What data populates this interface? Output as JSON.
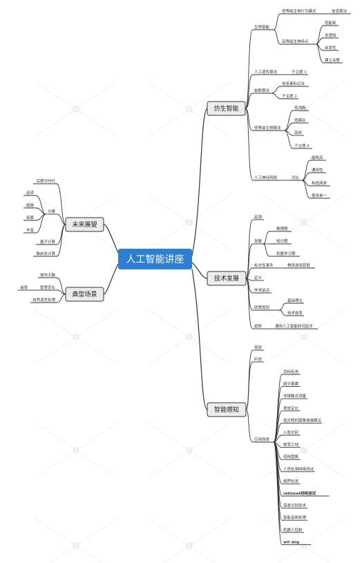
{
  "root": {
    "label": "人工智能讲座"
  },
  "branches": {
    "bionic": {
      "label": "仿生智能",
      "biological": {
        "label": "生物智能",
        "children": [
          {
            "label": "低等级生物行为模式",
            "children": [
              "信息算法"
            ]
          },
          {
            "label": "高等级生物特点",
            "children": [
              "低能耗",
              "多感知",
              "自发性",
              "建立关联"
            ]
          }
        ]
      },
      "genetic": {
        "label": "人工遗传算法",
        "children": [
          "子主题 1"
        ]
      },
      "swarm": {
        "label": "蚁群算法",
        "children": [
          "信息素标记法",
          "子主题 2"
        ]
      },
      "low_bio": {
        "label": "低等级生物算法",
        "children": [
          "低消耗",
          "低耦合",
          "高效",
          "子主题 4"
        ]
      },
      "ann": {
        "label": "人工神经网络",
        "compare": {
          "label": "对比",
          "children": [
            "能耗高",
            "通用性",
            "构造简单",
            "使用单一"
          ]
        }
      }
    },
    "tech": {
      "label": "技术发展",
      "origin": "起源",
      "development": {
        "label": "发展",
        "children": [
          "推理期",
          "知识期",
          "机器学习期"
        ]
      },
      "landmark": {
        "label": "标志性事件",
        "value": "棋类游戏获胜"
      },
      "definition": "定义",
      "frontier": "学术前沿",
      "policy": {
        "label": "政策规划",
        "children": [
          "基础理论",
          "技术体系"
        ]
      },
      "trend": {
        "label": "趋势",
        "value": "通用人工智能研究起步"
      }
    },
    "perception": {
      "label": "智能感知",
      "vision": "视觉",
      "hearing": "听觉",
      "application": {
        "label": "应用场景",
        "children": [
          "目标检测",
          "超分重建",
          "非接触式测量",
          "视觉定位",
          "低光照的图像增强算法",
          "人脸识别",
          "智慧工地",
          "低耗图像",
          "人员检测网络测试",
          "越界检测",
          "retinnet网络测试",
          "语音识别技术",
          "智能音频处理",
          "机器人控制",
          "wit dog"
        ]
      }
    },
    "future": {
      "label": "未来展望",
      "post_moore": "后摩尔时代",
      "plan": {
        "label": "方案",
        "children": [
          "延续",
          "超越",
          "拓展",
          "丰富"
        ]
      },
      "quantum": "量子计算",
      "brain": "脑启发计算"
    },
    "scenes": {
      "label": "典型场景",
      "city": "城市大脑",
      "agriculture": "智慧农业",
      "remote": "遥感",
      "nlp": "自然语言处理"
    }
  }
}
